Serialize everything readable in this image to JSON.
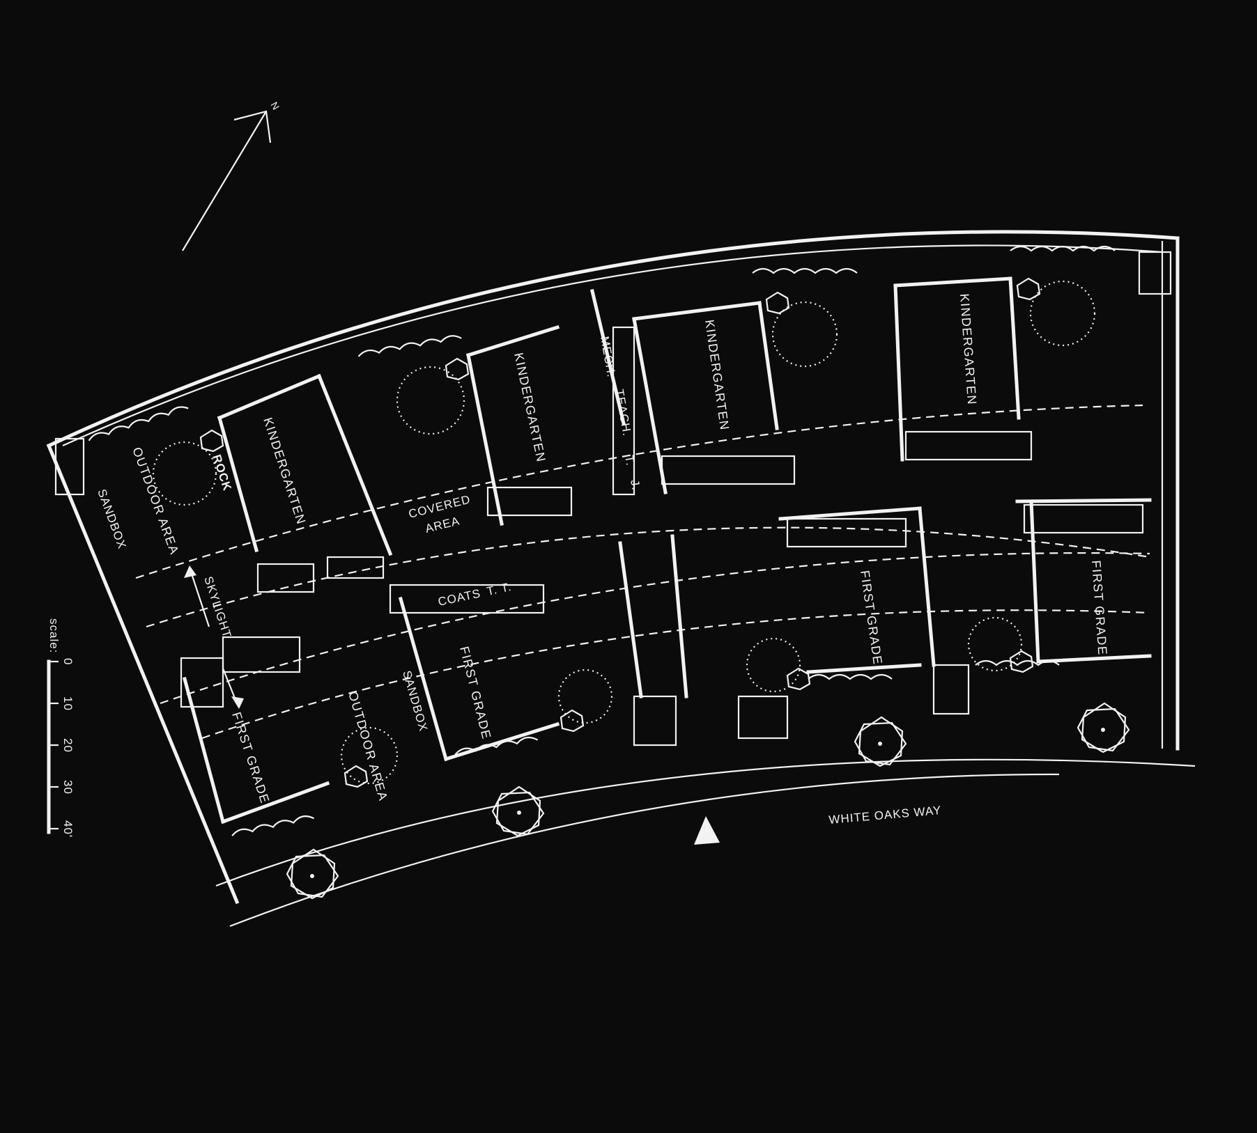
{
  "north_label": "N",
  "scale": {
    "label": "scale:",
    "ticks": [
      "0",
      "10",
      "20",
      "30",
      "40'"
    ]
  },
  "labels": {
    "kindergarten": "KINDERGARTEN",
    "first_grade": "FIRST GRADE",
    "outdoor_area": "OUTDOOR AREA",
    "sandbox": "SANDBOX",
    "rock": "ROCK",
    "covered_area_1": "COVERED",
    "covered_area_2": "AREA",
    "skylight": "SKYLIGHT",
    "mech": "MECH.",
    "teach": "TEACH.",
    "t": "T.",
    "j": "J.",
    "coats": "COATS",
    "tt": "T. T.",
    "street": "WHITE OAKS WAY"
  },
  "colors": {
    "background": "#0b0b0b",
    "linework": "#f2f2f2"
  }
}
